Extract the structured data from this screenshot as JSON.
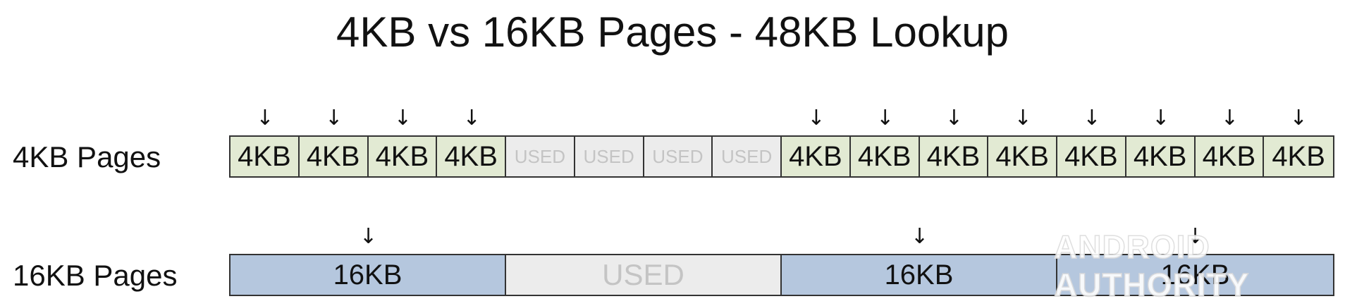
{
  "title": "4KB vs 16KB Pages - 48KB Lookup",
  "rows": [
    {
      "label": "4KB Pages",
      "cells": [
        {
          "text": "4KB",
          "state": "free",
          "lookup": true
        },
        {
          "text": "4KB",
          "state": "free",
          "lookup": true
        },
        {
          "text": "4KB",
          "state": "free",
          "lookup": true
        },
        {
          "text": "4KB",
          "state": "free",
          "lookup": true
        },
        {
          "text": "USED",
          "state": "used",
          "lookup": false
        },
        {
          "text": "USED",
          "state": "used",
          "lookup": false
        },
        {
          "text": "USED",
          "state": "used",
          "lookup": false
        },
        {
          "text": "USED",
          "state": "used",
          "lookup": false
        },
        {
          "text": "4KB",
          "state": "free",
          "lookup": true
        },
        {
          "text": "4KB",
          "state": "free",
          "lookup": true
        },
        {
          "text": "4KB",
          "state": "free",
          "lookup": true
        },
        {
          "text": "4KB",
          "state": "free",
          "lookup": true
        },
        {
          "text": "4KB",
          "state": "free",
          "lookup": true
        },
        {
          "text": "4KB",
          "state": "free",
          "lookup": true
        },
        {
          "text": "4KB",
          "state": "free",
          "lookup": true
        },
        {
          "text": "4KB",
          "state": "free",
          "lookup": true
        }
      ]
    },
    {
      "label": "16KB Pages",
      "cells": [
        {
          "text": "16KB",
          "state": "free",
          "lookup": true
        },
        {
          "text": "USED",
          "state": "used",
          "lookup": false
        },
        {
          "text": "16KB",
          "state": "free",
          "lookup": true
        },
        {
          "text": "16KB",
          "state": "free",
          "lookup": true
        }
      ]
    }
  ],
  "arrow_glyph": "↓",
  "watermark": "ANDROID AUTHORITY",
  "colors": {
    "free_4kb": "#e2ead3",
    "free_16kb": "#b5c7de",
    "used": "#ececec",
    "used_text": "#c4c4c4",
    "border": "#333333"
  }
}
